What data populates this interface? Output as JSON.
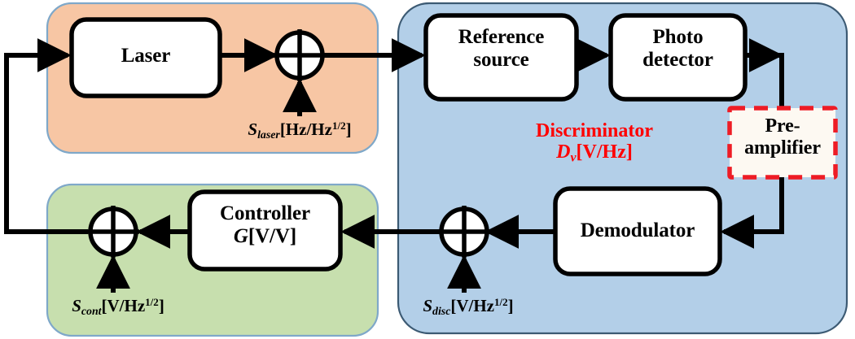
{
  "diagram": {
    "title": "Laser frequency stabilization feedback loop block diagram",
    "panels": [
      {
        "id": "laser-panel",
        "fill": "#f7c6a4",
        "stroke": "#7fa8c9",
        "label": ""
      },
      {
        "id": "discriminator-panel",
        "fill": "#b3cfe8",
        "stroke": "#3c5a73",
        "label_line1": "Discriminator",
        "label_line2_sym": "D",
        "label_line2_sub": "v",
        "label_line2_unit": "[V/Hz]",
        "label_color": "#ff0000"
      },
      {
        "id": "controller-panel",
        "fill": "#c7dfae",
        "stroke": "#7fa8c9",
        "label": ""
      }
    ],
    "blocks": [
      {
        "id": "laser",
        "label": "Laser",
        "style": "solid"
      },
      {
        "id": "reference-source",
        "line1": "Reference",
        "line2": "source",
        "style": "solid"
      },
      {
        "id": "photo-detector",
        "line1": "Photo",
        "line2": "detector",
        "style": "solid"
      },
      {
        "id": "pre-amplifier",
        "line1": "Pre-",
        "line2": "amplifier",
        "style": "dashed",
        "stroke": "#ee1c25"
      },
      {
        "id": "demodulator",
        "label": "Demodulator",
        "style": "solid"
      },
      {
        "id": "controller",
        "line1": "Controller",
        "line2_sym": "G",
        "line2_unit": "[V/V]",
        "style": "solid"
      }
    ],
    "summing_junctions": [
      {
        "id": "laser-sum"
      },
      {
        "id": "disc-sum"
      },
      {
        "id": "cont-sum"
      }
    ],
    "noise_inputs": [
      {
        "id": "s-laser",
        "sym": "S",
        "sub": "laser",
        "unit_pre": "[Hz/Hz",
        "unit_sup": "1/2",
        "unit_post": "]"
      },
      {
        "id": "s-disc",
        "sym": "S",
        "sub": "disc",
        "unit_pre": "[V/Hz",
        "unit_sup": "1/2",
        "unit_post": "]"
      },
      {
        "id": "s-cont",
        "sym": "S",
        "sub": "cont",
        "unit_pre": "[V/Hz",
        "unit_sup": "1/2",
        "unit_post": "]"
      }
    ]
  }
}
